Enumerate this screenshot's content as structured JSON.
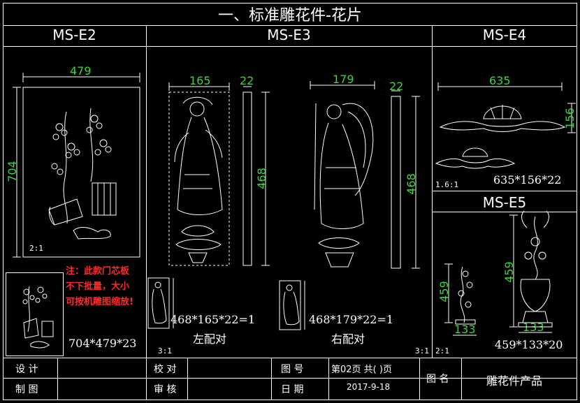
{
  "title": "一、标准雕花件-花片",
  "headers": {
    "e2": "MS-E2",
    "e3": "MS-E3",
    "e4": "MS-E4",
    "e5": "MS-E5"
  },
  "e2": {
    "width": "479",
    "height": "704",
    "scale": "2:1",
    "size_label": "704*479*23"
  },
  "note": {
    "line1": "注：此款门芯板",
    "line2": "不下批量，大小",
    "line3": "可按机雕图缩放!"
  },
  "e3": {
    "left": {
      "width": "165",
      "depth": "22",
      "height": "468",
      "size_label": "468*165*22=1",
      "side_label": "左配对"
    },
    "right": {
      "width": "179",
      "depth": "22",
      "height": "468",
      "size_label": "468*179*22=1",
      "side_label": "右配对"
    },
    "scale_left": "3:1",
    "scale_right": "3:1"
  },
  "e4": {
    "width": "635",
    "height": "156",
    "scale": "1.6:1",
    "size_label": "635*156*22"
  },
  "e5": {
    "height_small": "459",
    "width_small": "133",
    "height_large": "459",
    "width_large": "133",
    "scale": "2:1",
    "size_label": "459*133*20"
  },
  "titleblock": {
    "design": "设 计",
    "draw": "制 图",
    "check": "校 对",
    "review": "审 核",
    "drawing_no": "图 号",
    "date_label": "日 期",
    "page": "第02页 共( )页",
    "date": "2017-9-18",
    "name_label": "图 名",
    "name_value": "雕花件产品"
  },
  "colors": {
    "dimension": "#3fd13f",
    "note": "#ff2a2a",
    "line": "#ffffff",
    "background": "#000000"
  }
}
